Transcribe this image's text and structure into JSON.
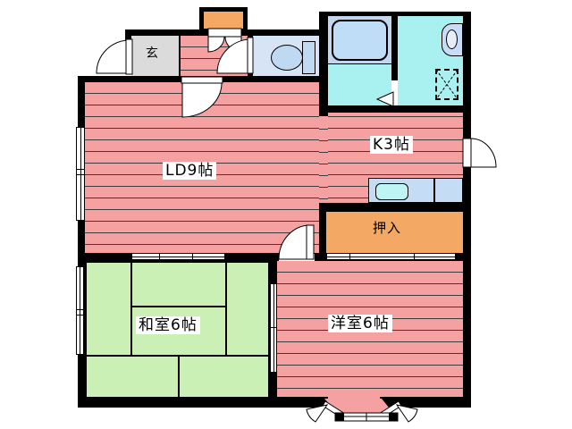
{
  "plan": {
    "rooms": {
      "living_dining": {
        "label": "LD9帖"
      },
      "kitchen": {
        "label": "K3帖"
      },
      "japanese_room": {
        "label": "和室6帖"
      },
      "western_room": {
        "label": "洋室6帖"
      },
      "closet": {
        "label": "押入"
      },
      "entrance": {
        "label": "玄"
      }
    },
    "colors": {
      "wall": "#000000",
      "flooring_pink": "#F5A1A1",
      "stripe_line": "#3C3C3C",
      "tatami_green": "#CBF0B6",
      "closet_orange": "#F3A963",
      "entrance_gray": "#DBDBDB",
      "wet_area_cyan": "#A9F1F1",
      "bath_floor_blue": "#C4D6EE",
      "toilet_floor_blue": "#D6E4F6",
      "fixture_blue": "#C5DCF5"
    },
    "fixture_icons": [
      "bathtub",
      "toilet",
      "wash-basin",
      "washing-machine-space",
      "kitchen-sink",
      "kitchen-counter",
      "door-swing",
      "sliding-door",
      "bay-window"
    ]
  }
}
